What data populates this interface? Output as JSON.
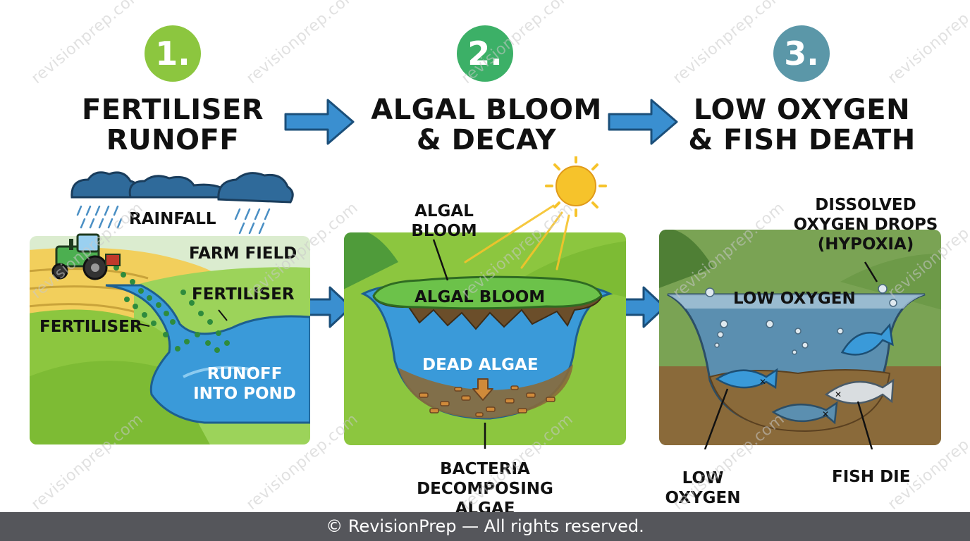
{
  "steps": [
    {
      "number": "1.",
      "title_line1": "FERTILISER",
      "title_line2": "RUNOFF",
      "color": "#8cc63f"
    },
    {
      "number": "2.",
      "title_line1": "ALGAL BLOOM",
      "title_line2": "& DECAY",
      "color": "#3cb067"
    },
    {
      "number": "3.",
      "title_line1": "LOW OXYGEN",
      "title_line2": "& FISH DEATH",
      "color": "#5b97a8"
    }
  ],
  "panel1": {
    "rainfall": "RAINFALL",
    "farm_field": "FARM FIELD",
    "fertiliser_right": "FERTILISER",
    "fertiliser_left": "FERTILISER",
    "runoff_line1": "RUNOFF",
    "runoff_line2": "INTO POND"
  },
  "panel2": {
    "bloom_callout_line1": "ALGAL",
    "bloom_callout_line2": "BLOOM",
    "bloom_inner": "ALGAL BLOOM",
    "dead_algae": "DEAD ALGAE",
    "bacteria_line1": "BACTERIA",
    "bacteria_line2": "DECOMPOSING",
    "bacteria_line3": "ALGAE"
  },
  "panel3": {
    "dissolved_line1": "DISSOLVED",
    "dissolved_line2": "OXYGEN DROPS",
    "dissolved_line3": "(HYPOXIA)",
    "low_oxygen_inner": "LOW OXYGEN",
    "low_oxygen_line1": "LOW",
    "low_oxygen_line2": "OXYGEN",
    "fish_die": "FISH DIE"
  },
  "watermark": "revisionprep.com",
  "footer": "© RevisionPrep — All rights reserved.",
  "colors": {
    "arrow": "#2e86c1",
    "water": "#3a9ad9",
    "grass": "#8cc63f",
    "algae": "#6cc24a",
    "sediment": "#8a6a3a"
  },
  "icons": [
    "rain-cloud-icon",
    "tractor-icon",
    "sun-icon",
    "fish-icon",
    "bubble-icon",
    "arrow-right-icon",
    "arrow-down-icon"
  ]
}
